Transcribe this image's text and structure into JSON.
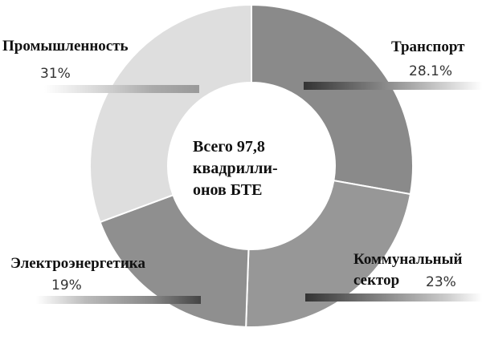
{
  "chart_data": {
    "type": "pie",
    "subtype": "donut",
    "title": "",
    "center_label": "Всего 97,8 квадриллионов БТЕ",
    "total": 97.8,
    "unit": "квадриллионов БТЕ",
    "categories": [
      "Транспорт",
      "Коммунальный сектор",
      "Электроэнергетика",
      "Промышленность"
    ],
    "values": [
      28.1,
      23,
      19,
      31
    ],
    "value_labels": [
      "28.1%",
      "23%",
      "19%",
      "31%"
    ],
    "colors": [
      "#8a8a8a",
      "#979797",
      "#8f8f8f",
      "#dedede"
    ],
    "start_angle_deg": 0,
    "direction": "clockwise"
  },
  "labels": {
    "transport": {
      "name": "Транспорт",
      "pct": "28.1%"
    },
    "communal": {
      "name_line1": "Коммунальный",
      "name_line2": "сектор",
      "pct": "23%"
    },
    "electric": {
      "name": "Электроэнергетика",
      "pct": "19%"
    },
    "industry": {
      "name": "Промышленность",
      "pct": "31%"
    }
  },
  "center": {
    "line1": "Всего 97,8",
    "line2": "квадрилли-",
    "line3": "онов БТЕ"
  }
}
